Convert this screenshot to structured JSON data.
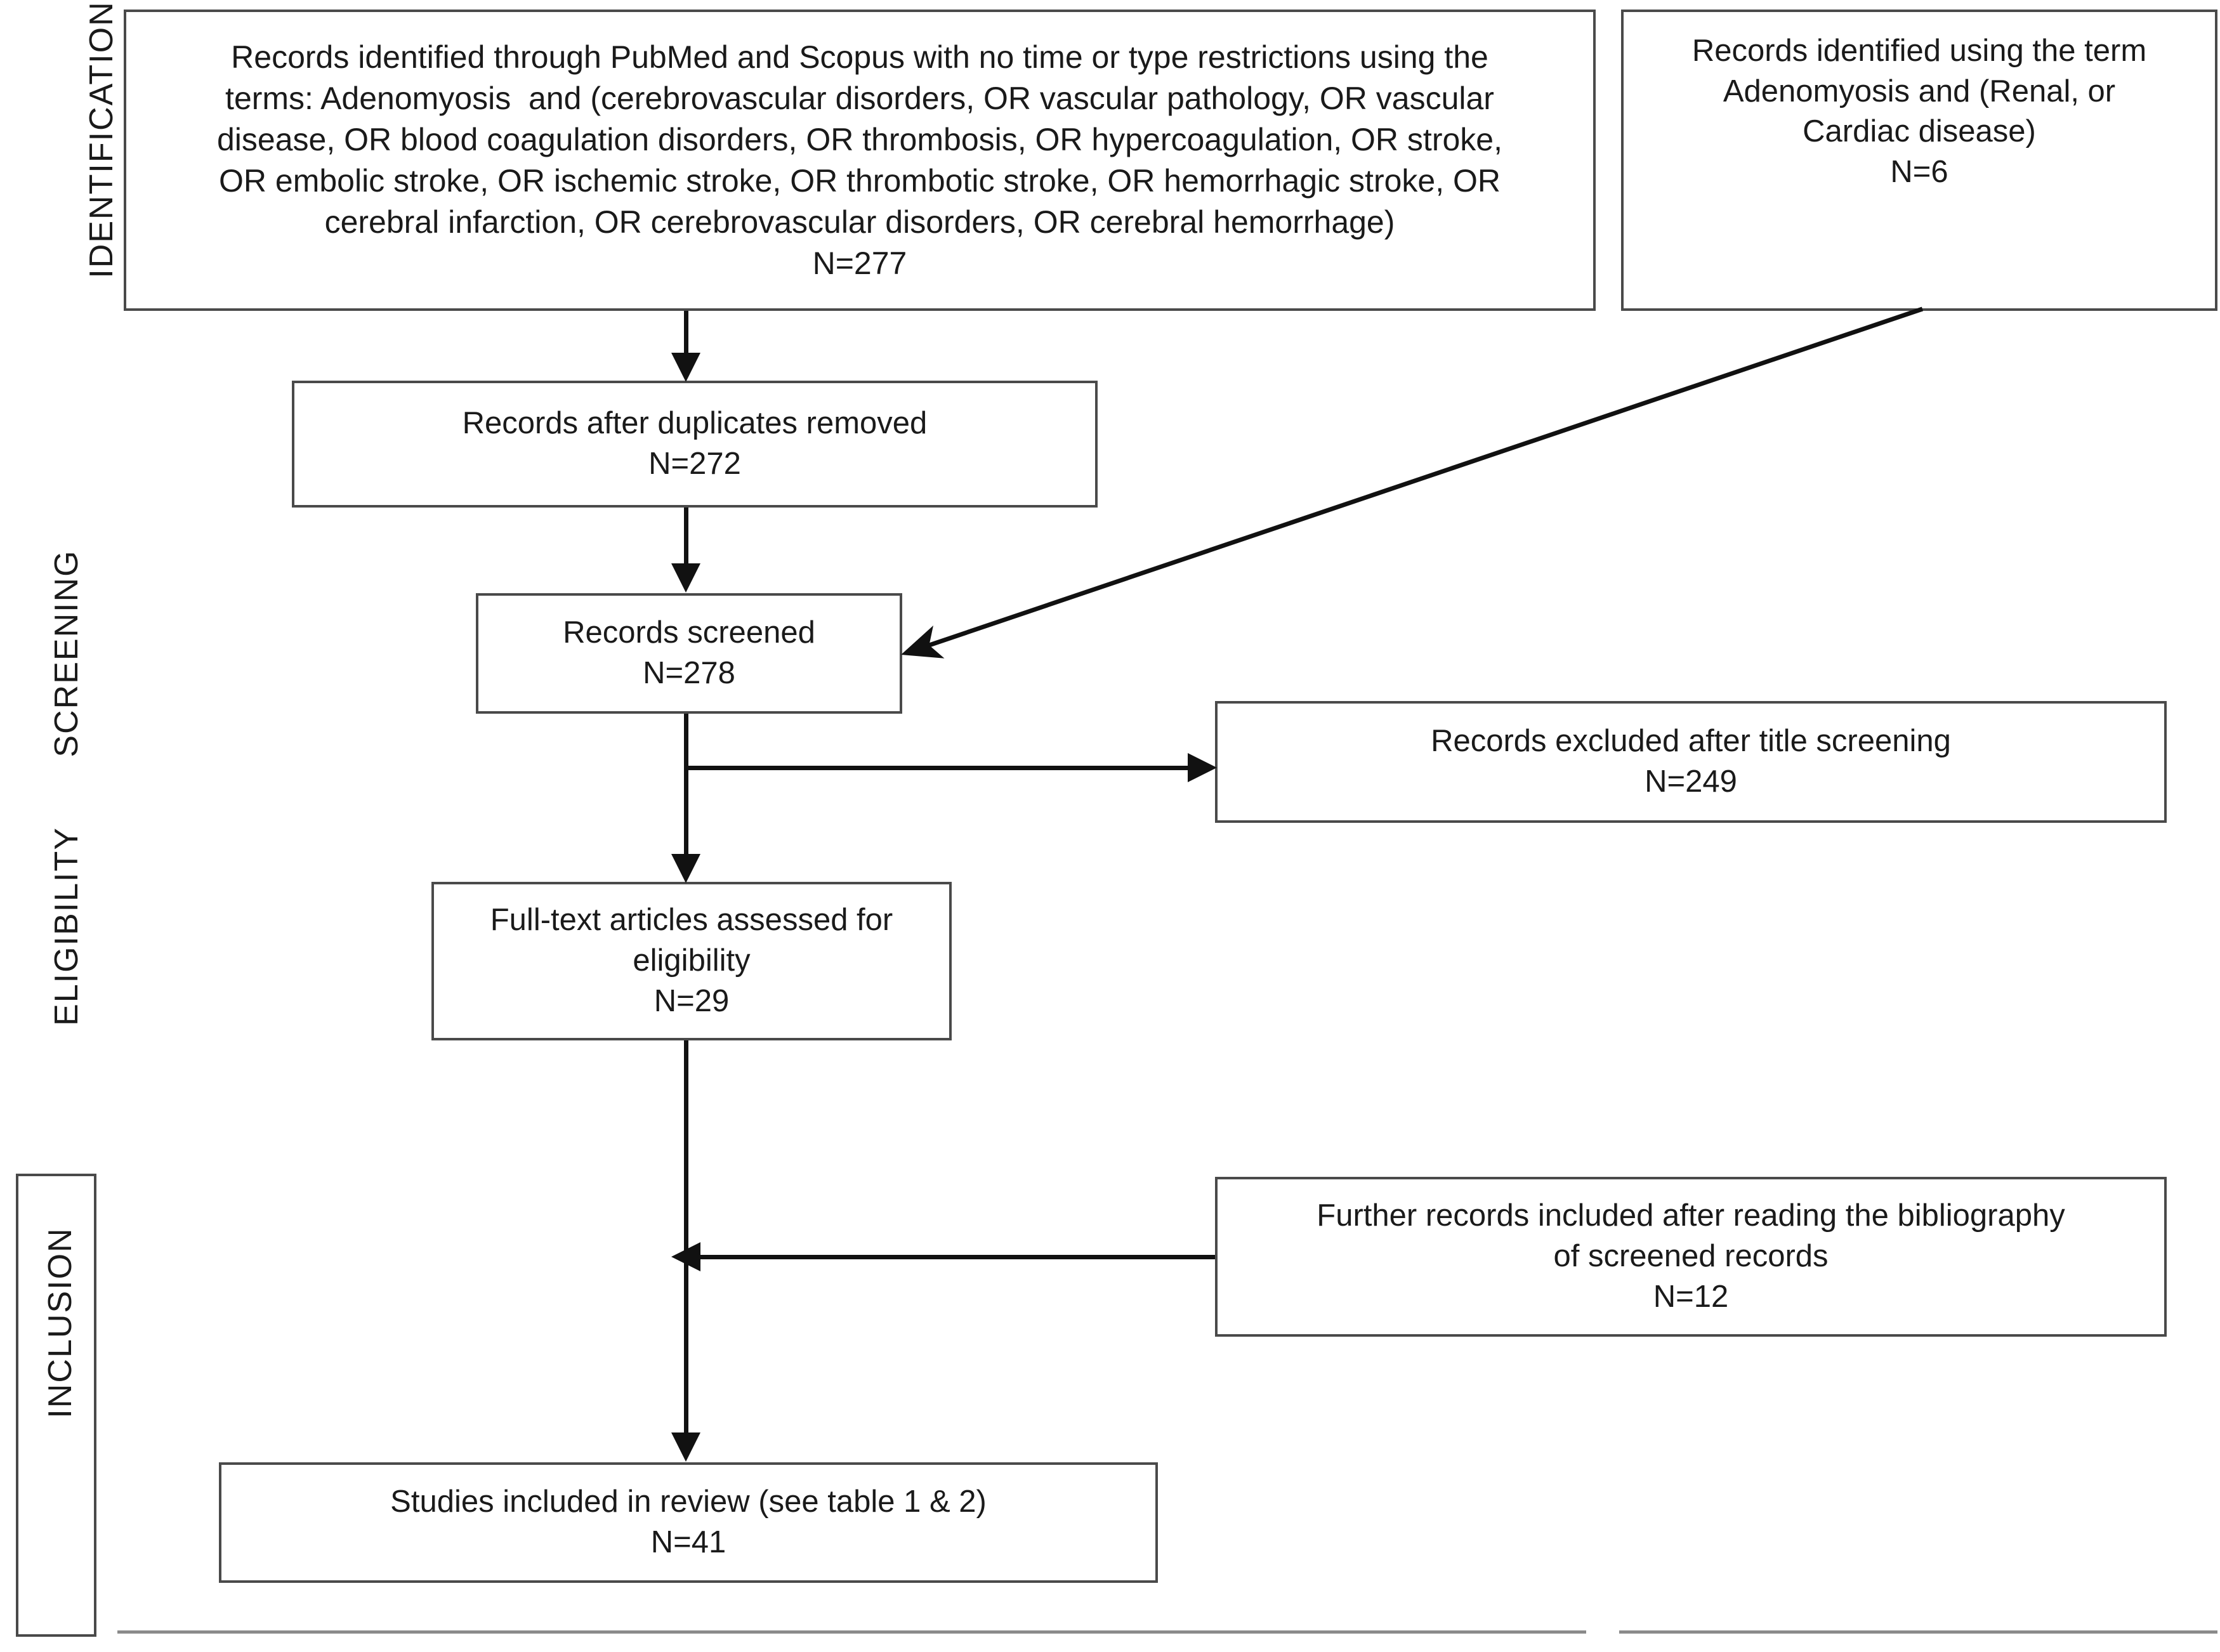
{
  "diagram": {
    "title": "PRISMA flow diagram",
    "type": "flowchart",
    "stages": [
      {
        "id": "identification",
        "label": "IDENTIFICATION"
      },
      {
        "id": "screening",
        "label": "SCREENING"
      },
      {
        "id": "eligibility",
        "label": "ELIGIBILITY"
      },
      {
        "id": "inclusion",
        "label": "INCLUSION"
      }
    ],
    "boxes": {
      "records_identified_main": {
        "lines": [
          "Records identified through PubMed and Scopus with no time or type restrictions using the",
          "terms: Adenomyosis  and (cerebrovascular disorders, OR vascular pathology, OR vascular",
          "disease, OR blood coagulation disorders, OR thrombosis, OR hypercoagulation, OR stroke,",
          "OR embolic stroke, OR ischemic stroke, OR thrombotic stroke, OR hemorrhagic stroke, OR",
          "cerebral infarction, OR cerebrovascular disorders, OR cerebral hemorrhage)"
        ],
        "count": "N=277"
      },
      "records_identified_secondary": {
        "lines": [
          "Records identified using the term",
          "Adenomyosis and (Renal, or",
          "Cardiac disease)"
        ],
        "count": "N=6"
      },
      "records_after_duplicates": {
        "lines": [
          "Records after duplicates removed"
        ],
        "count": "N=272"
      },
      "records_screened": {
        "lines": [
          "Records screened"
        ],
        "count": "N=278"
      },
      "records_excluded": {
        "lines": [
          "Records excluded after title screening"
        ],
        "count": "N=249"
      },
      "full_text_assessed": {
        "lines": [
          "Full-text articles assessed for",
          "eligibility"
        ],
        "count": "N=29"
      },
      "further_records": {
        "lines": [
          "Further records included after reading the bibliography",
          "of screened records"
        ],
        "count": "N=12"
      },
      "studies_included": {
        "lines": [
          "Studies included in review (see table 1 & 2)"
        ],
        "count": "N=41"
      }
    },
    "colors": {
      "box_border": "#4a4a4a",
      "connector": "#111111",
      "text": "#1a1a1a",
      "background": "#ffffff",
      "rule": "#8a8a8a"
    }
  }
}
